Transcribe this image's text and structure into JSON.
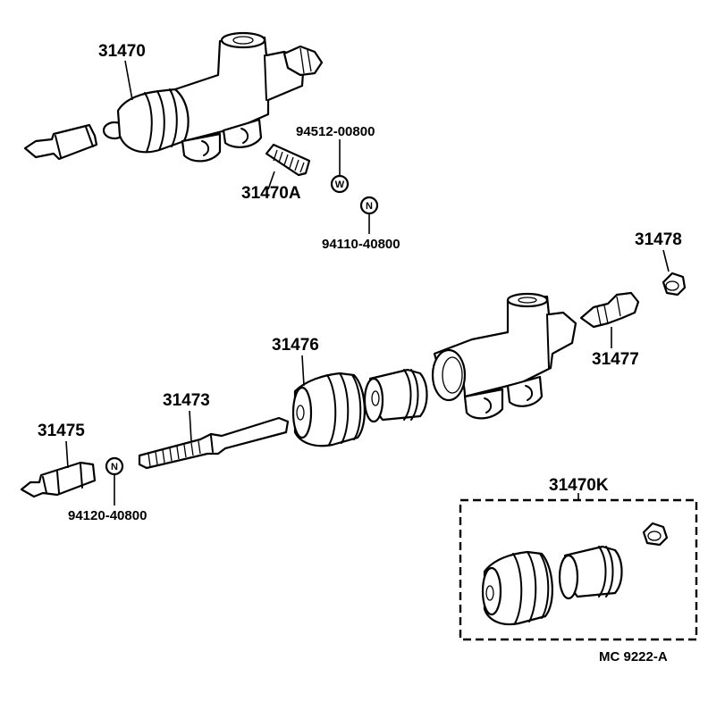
{
  "labels": {
    "assy_top": "31470",
    "bolt_top": "31470A",
    "washer_top": "94512-00800",
    "nut_top": "94110-40800",
    "cap": "31478",
    "bleeder": "31477",
    "cup": "31476",
    "push_rod": "31473",
    "rod_end": "31475",
    "nut_bottom": "94120-40800",
    "kit": "31470K",
    "ref": "MC  9222-A"
  },
  "symbols": {
    "washer": "W",
    "nut_top": "N",
    "nut_bottom": "N"
  }
}
